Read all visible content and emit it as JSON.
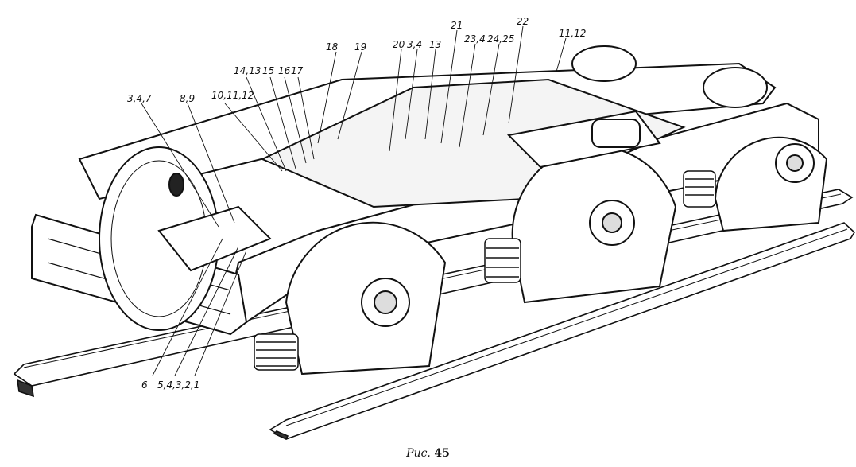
{
  "figure": {
    "caption_prefix": "Рис.",
    "caption_number": "45"
  },
  "callouts": {
    "c_347": "3,4,7",
    "c_89": "8,9",
    "c_101112": "10,11,12",
    "c_1413": "14,13",
    "c_15": "15",
    "c_16": "16",
    "c_17": "17",
    "c_18": "18",
    "c_19": "19",
    "c_20": "20",
    "c_34": "3,4",
    "c_13": "13",
    "c_21": "21",
    "c_234": "23,4",
    "c_2425": "24,25",
    "c_22": "22",
    "c_1112": "11,12",
    "c_6": "6",
    "c_54321": "5,4,3,2,1"
  }
}
